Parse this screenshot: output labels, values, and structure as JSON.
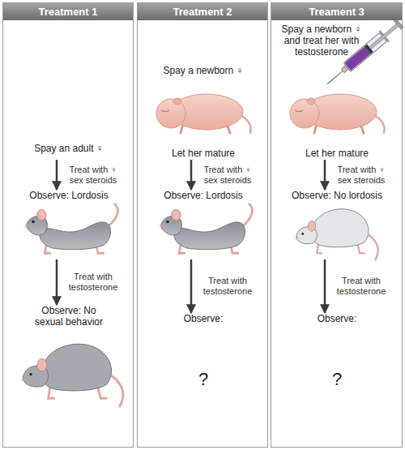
{
  "diagram": {
    "nodes": [
      {
        "text": [
          "Treatment 1"
        ]
      },
      {
        "text": [
          "Spay an adult ♀"
        ],
        "in": 0
      },
      {
        "text": [
          "Observe: Lordosis"
        ],
        "in": 0
      },
      {
        "text": [
          "Observe: No sexual behavior"
        ],
        "in": 0
      },
      {
        "text": [
          "Treatment 2"
        ]
      },
      {
        "text": [
          "Spay a newborn ♀",
          "Let her mature"
        ],
        "in": 4
      },
      {
        "text": [
          "Observe: Lordosis"
        ],
        "in": 4
      },
      {
        "text": [
          "Observe:",
          "?"
        ],
        "in": 4
      },
      {
        "text": [
          "Treament 3"
        ]
      },
      {
        "text": [
          "Spay a newborn ♀ and treat her with testosterone",
          "Let her mature"
        ],
        "in": 8
      },
      {
        "text": [
          "Observe: No lordosis"
        ],
        "in": 8
      },
      {
        "text": [
          "Observe:",
          "?"
        ],
        "in": 8
      }
    ],
    "edges": [
      {
        "from": 1,
        "to": 2,
        "arrow": "to",
        "label": "Treat with ♀ sex steroids"
      },
      {
        "from": 2,
        "to": 3,
        "arrow": "to",
        "label": "Treat with testosterone"
      },
      {
        "from": 5,
        "to": 6,
        "arrow": "to",
        "label": "Treat with ♀ sex steroids"
      },
      {
        "from": 6,
        "to": 7,
        "arrow": "to",
        "label": "Treat with testosterone"
      },
      {
        "from": 9,
        "to": 10,
        "arrow": "to",
        "label": "Treat with ♀ sex steroids"
      },
      {
        "from": 10,
        "to": 11,
        "arrow": "to",
        "label": "Treat with testosterone"
      }
    ]
  }
}
